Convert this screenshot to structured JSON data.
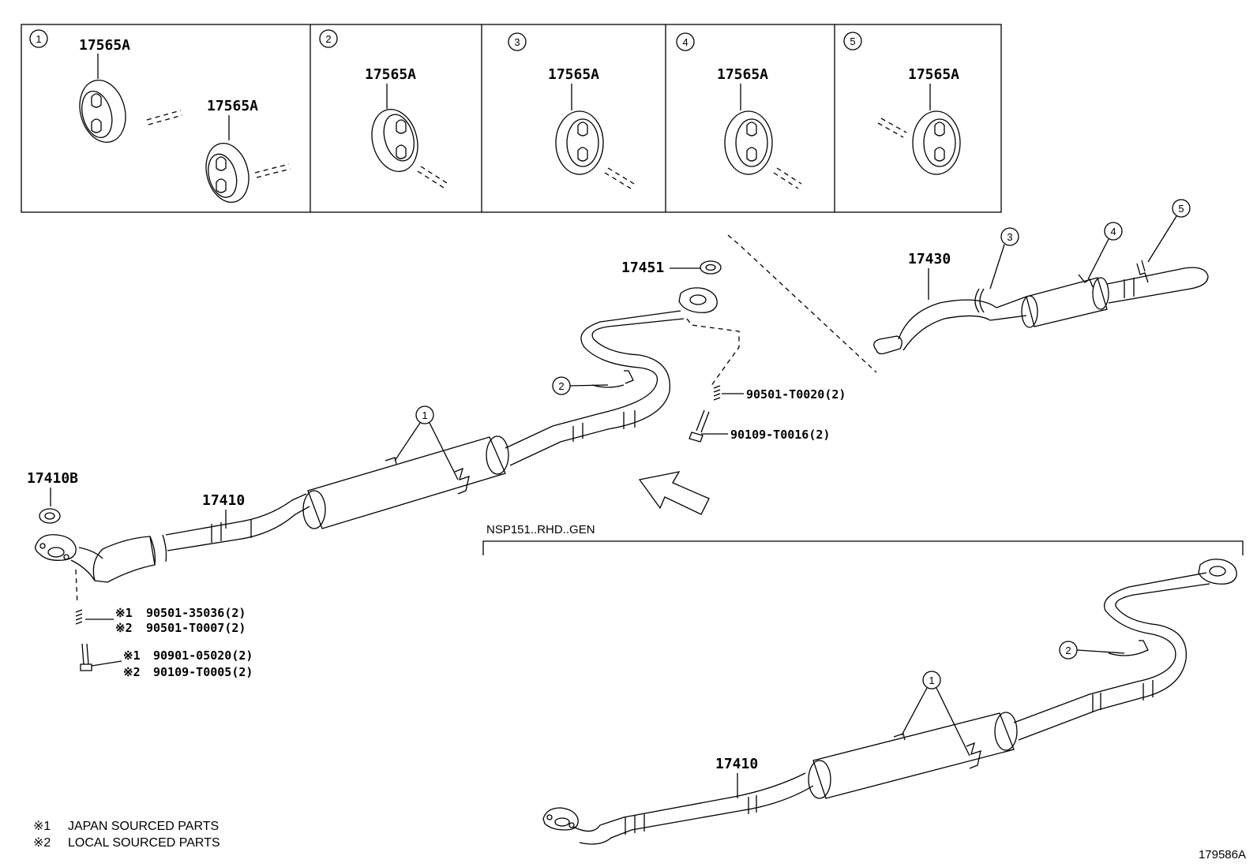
{
  "inset_panels": [
    {
      "num": "1",
      "labels": [
        "17565A",
        "17565A"
      ]
    },
    {
      "num": "2",
      "labels": [
        "17565A"
      ]
    },
    {
      "num": "3",
      "labels": [
        "17565A"
      ]
    },
    {
      "num": "4",
      "labels": [
        "17565A"
      ]
    },
    {
      "num": "5",
      "labels": [
        "17565A"
      ]
    }
  ],
  "parts": {
    "p17451": "17451",
    "p17430": "17430",
    "p17410b": "17410B",
    "p17410": "17410",
    "p17410_alt": "17410",
    "b90501_t0020": "90501-T0020(2)",
    "b90109_t0016": "90109-T0016(2)",
    "n1a_mark": "※1",
    "n1a": "90501-35036(2)",
    "n2a_mark": "※2",
    "n2a": "90501-T0007(2)",
    "n1b_mark": "※1",
    "n1b": "90901-05020(2)",
    "n2b_mark": "※2",
    "n2b": "90109-T0005(2)"
  },
  "callouts": {
    "c1_main": "1",
    "c2_main": "2",
    "c3": "3",
    "c4": "4",
    "c5": "5",
    "c1_alt": "1",
    "c2_alt": "2"
  },
  "variant_label": "NSP151..RHD..GEN",
  "legend": [
    {
      "mark": "※1",
      "text": "JAPAN SOURCED PARTS"
    },
    {
      "mark": "※2",
      "text": "LOCAL SOURCED PARTS"
    }
  ],
  "figure_id": "179586A"
}
